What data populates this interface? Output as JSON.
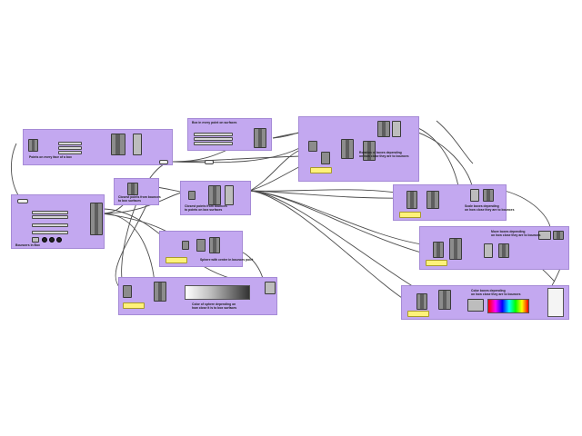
{
  "canvas": {
    "background": "#ffffff",
    "group_color": "#c3a8f0",
    "panel_color": "#fff27a"
  },
  "groups": {
    "points_on_box": "Points on every face of a box",
    "box_on_points": "Box in every point on surfaces",
    "rotation": [
      "Rotation of boxes depending",
      "on how close they are to bounces"
    ],
    "closest_on_box": [
      "Closest points from bounces",
      "to box surfaces"
    ],
    "closest_points": [
      "Closest points from bounces",
      "to points on box surfaces"
    ],
    "bouncers": "Bouncers in Box",
    "scale": [
      "Scale boxes depending",
      "on how close they are to bounces"
    ],
    "move": [
      "Move boxes depending",
      "on how close they are to bounces"
    ],
    "sphere": "Sphere with center in bounces point",
    "color_sphere": [
      "Color of sphere depending on",
      "how close it is to box surfaces"
    ],
    "color_boxes": [
      "Color boxes depending",
      "on how close they are to bounces"
    ]
  },
  "icons": [
    "slider-icon",
    "panel-icon",
    "gradient-icon",
    "component-icon"
  ]
}
